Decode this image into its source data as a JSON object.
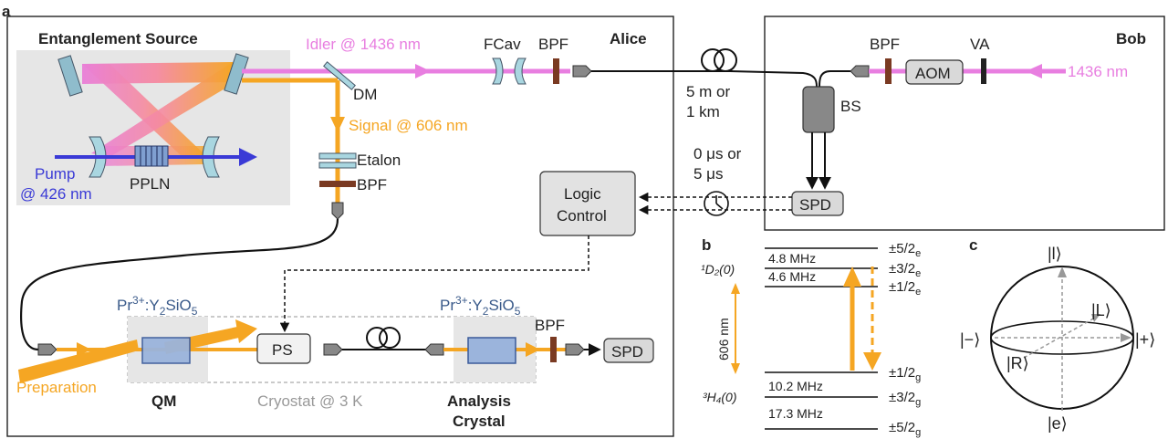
{
  "panels": {
    "a": "a",
    "b": "b",
    "c": "c"
  },
  "alice": {
    "title": "Alice",
    "source_title": "Entanglement Source",
    "pump": [
      "Pump",
      "@ 426 nm"
    ],
    "ppln": "PPLN",
    "idler": "Idler @ 1436 nm",
    "signal": "Signal @ 606 nm",
    "dm": "DM",
    "fcav": "FCav",
    "bpf": "BPF",
    "etalon": "Etalon",
    "logic": [
      "Logic",
      "Control"
    ],
    "ps": "PS",
    "qm": "QM",
    "cryostat": "Cryostat @ 3 K",
    "analysis": [
      "Analysis",
      "Crystal"
    ],
    "crystal_ion": "Pr",
    "crystal_ion_sup": "3+",
    "crystal_host": ":Y",
    "crystal_sub1": "2",
    "crystal_host2": "SiO",
    "crystal_sub2": "5",
    "preparation": "Preparation",
    "spd": "SPD"
  },
  "link": {
    "fiber": [
      "5 m or",
      "1 km"
    ],
    "delay": [
      "0 μs or",
      "5 μs"
    ]
  },
  "bob": {
    "title": "Bob",
    "bpf": "BPF",
    "va": "VA",
    "aom": "AOM",
    "laser": "1436 nm",
    "bs": "BS",
    "spd": "SPD"
  },
  "levels": {
    "upper_state": "¹D₂(0)",
    "lower_state": "³H₄(0)",
    "transition": "606 nm",
    "upper_splittings": [
      "4.8 MHz",
      "4.6 MHz"
    ],
    "lower_splittings": [
      "10.2 MHz",
      "17.3 MHz"
    ],
    "upper_labels": [
      "±5/2",
      "±3/2",
      "±1/2"
    ],
    "upper_sub": "e",
    "lower_labels": [
      "±1/2",
      "±3/2",
      "±5/2"
    ],
    "lower_sub": "g"
  },
  "bloch": {
    "top": "|l⟩",
    "bottom": "|e⟩",
    "left": "|−⟩",
    "right": "|+⟩",
    "l": "|L⟩",
    "r": "|R⟩"
  },
  "colors": {
    "signal": "#f5a623",
    "idler": "#e87ee0",
    "pump": "#3a3ad6",
    "etalon": "#a9d6e0",
    "bpf": "#7a3a22",
    "crystal": "#7f9fd0",
    "box": "#e6e6e6"
  }
}
